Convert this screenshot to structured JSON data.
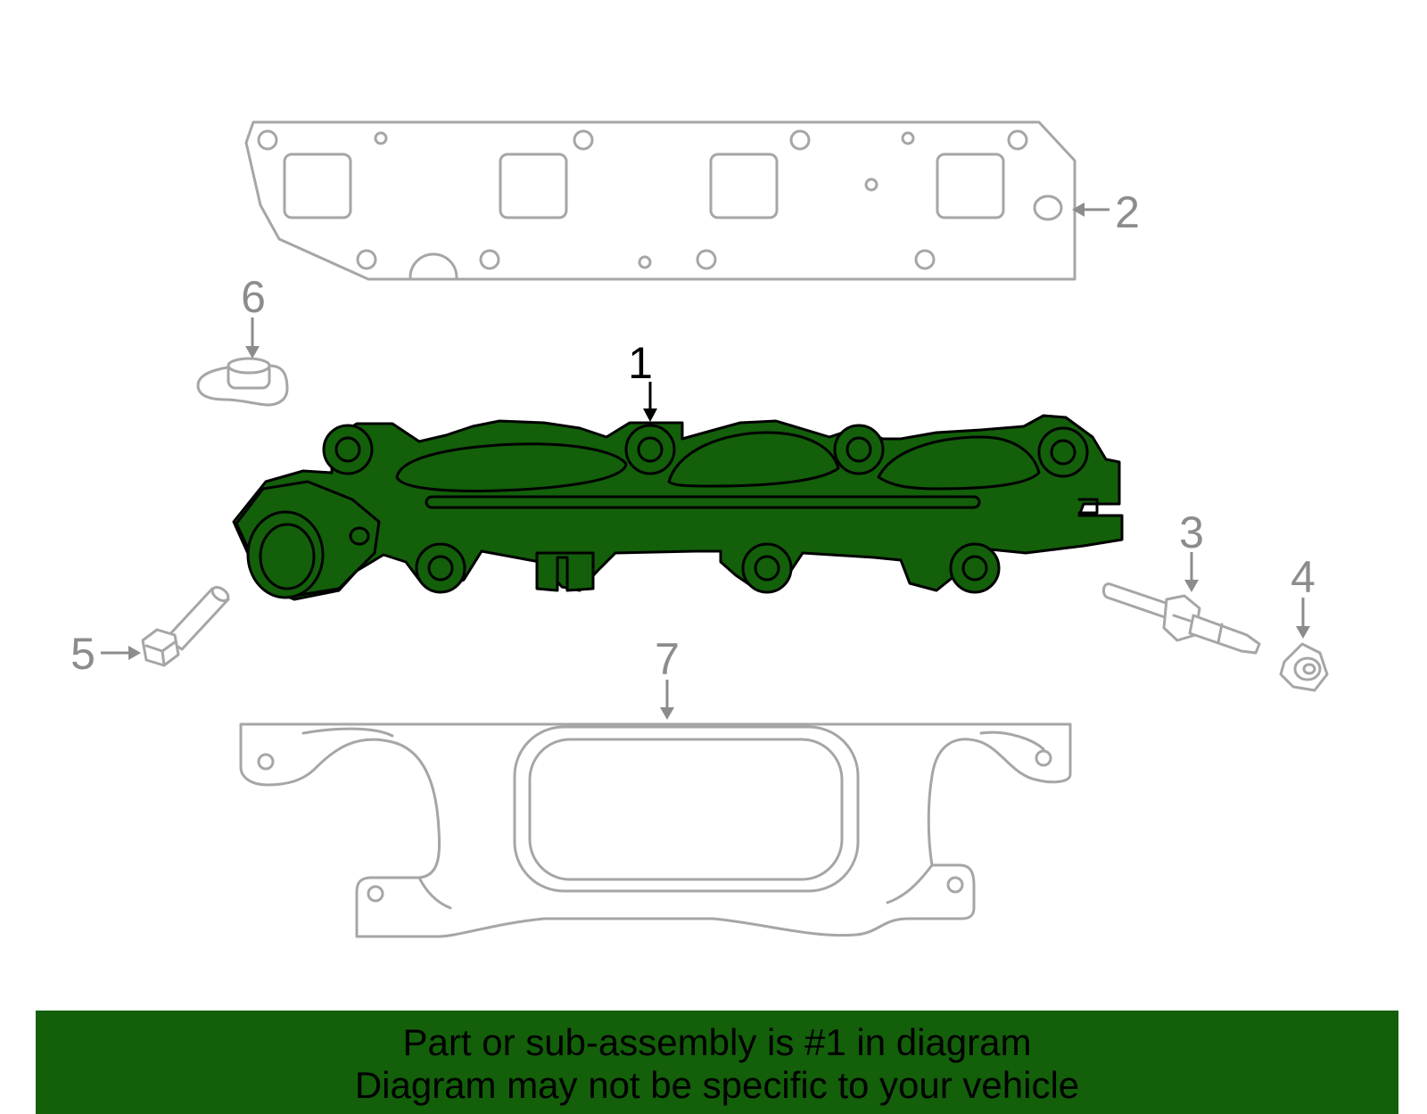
{
  "diagram": {
    "callouts": [
      {
        "id": "1",
        "label": "1",
        "highlighted": true
      },
      {
        "id": "2",
        "label": "2",
        "highlighted": false
      },
      {
        "id": "3",
        "label": "3",
        "highlighted": false
      },
      {
        "id": "4",
        "label": "4",
        "highlighted": false
      },
      {
        "id": "5",
        "label": "5",
        "highlighted": false
      },
      {
        "id": "6",
        "label": "6",
        "highlighted": false
      },
      {
        "id": "7",
        "label": "7",
        "highlighted": false
      }
    ],
    "colors": {
      "highlight": "#135f0a",
      "outline_gray": "#a6a6a6",
      "label_gray": "#8c8c8c",
      "label_main": "#000000"
    }
  },
  "banner": {
    "line1": "Part or sub-assembly is #1 in diagram",
    "line2": "Diagram may not be specific to your vehicle",
    "background": "#135f0a"
  }
}
